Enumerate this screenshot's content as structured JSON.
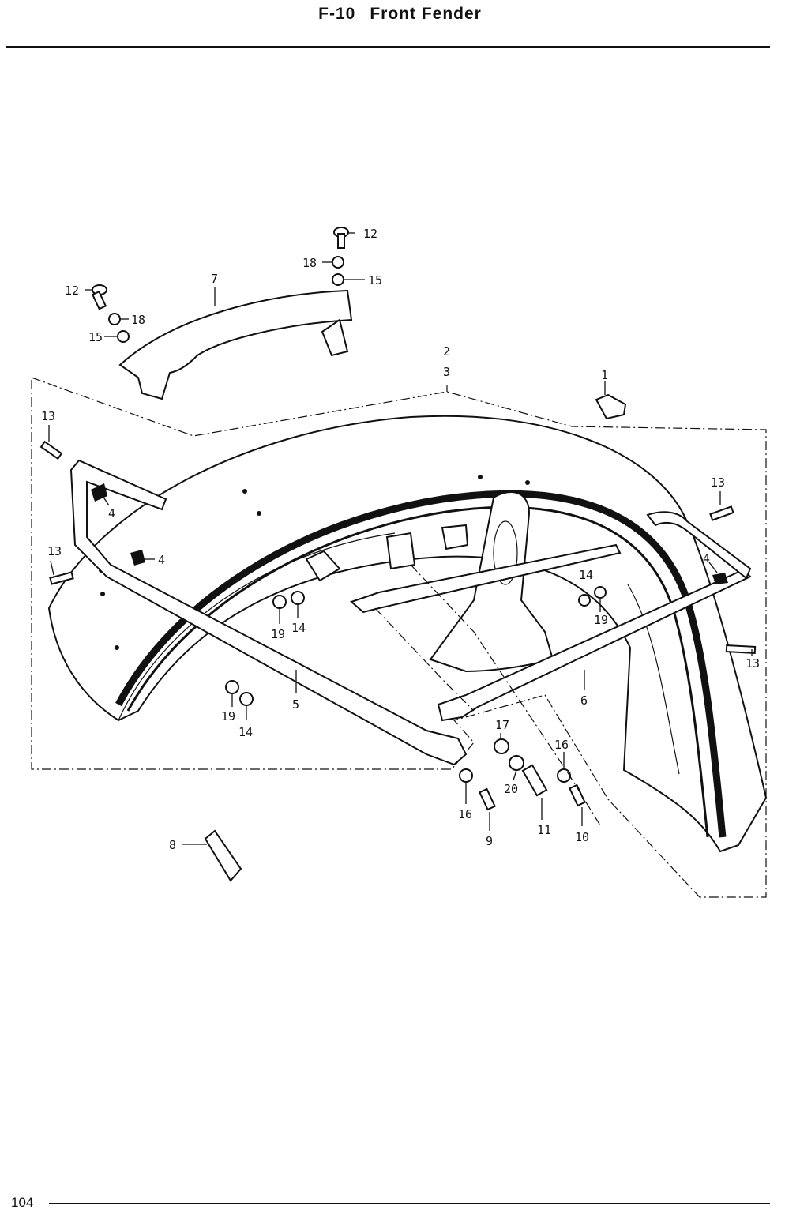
{
  "header": {
    "code": "F-10",
    "title": "Front Fender"
  },
  "page_number": "104",
  "callouts": [
    {
      "id": "c1",
      "text": "1"
    },
    {
      "id": "c2",
      "text": "2"
    },
    {
      "id": "c3",
      "text": "3"
    },
    {
      "id": "c4a",
      "text": "4"
    },
    {
      "id": "c4b",
      "text": "4"
    },
    {
      "id": "c4c",
      "text": "4"
    },
    {
      "id": "c5",
      "text": "5"
    },
    {
      "id": "c6",
      "text": "6"
    },
    {
      "id": "c7",
      "text": "7"
    },
    {
      "id": "c8",
      "text": "8"
    },
    {
      "id": "c9",
      "text": "9"
    },
    {
      "id": "c10",
      "text": "10"
    },
    {
      "id": "c11",
      "text": "11"
    },
    {
      "id": "c12a",
      "text": "12"
    },
    {
      "id": "c12b",
      "text": "12"
    },
    {
      "id": "c13a",
      "text": "13"
    },
    {
      "id": "c13b",
      "text": "13"
    },
    {
      "id": "c13c",
      "text": "13"
    },
    {
      "id": "c13d",
      "text": "13"
    },
    {
      "id": "c14a",
      "text": "14"
    },
    {
      "id": "c14b",
      "text": "14"
    },
    {
      "id": "c14c",
      "text": "14"
    },
    {
      "id": "c15a",
      "text": "15"
    },
    {
      "id": "c15b",
      "text": "15"
    },
    {
      "id": "c16a",
      "text": "16"
    },
    {
      "id": "c16b",
      "text": "16"
    },
    {
      "id": "c17",
      "text": "17"
    },
    {
      "id": "c18a",
      "text": "18"
    },
    {
      "id": "c18b",
      "text": "18"
    },
    {
      "id": "c19a",
      "text": "19"
    },
    {
      "id": "c19b",
      "text": "19"
    },
    {
      "id": "c19c",
      "text": "19"
    },
    {
      "id": "c20",
      "text": "20"
    }
  ]
}
